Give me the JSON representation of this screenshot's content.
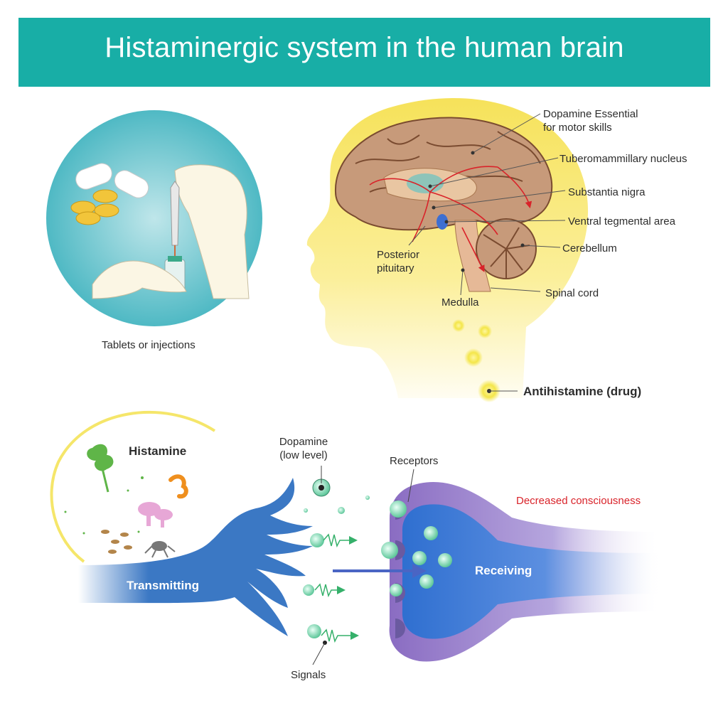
{
  "title": "Histaminergic system in the human brain",
  "colors": {
    "banner": "#18aea6",
    "neuron_blue": "#3b78c4",
    "receiver_purple": "#8f6fc0",
    "accent_red": "#d9232a",
    "drug_yellow": "#f7e94a"
  },
  "delivery": {
    "caption": "Tablets or injections"
  },
  "brain_labels": {
    "dopamine": {
      "line1": "Dopamine Essential",
      "line2": "for motor skills"
    },
    "tuberomammillary": "Tuberomammillary nucleus",
    "substantia_nigra": "Substantia nigra",
    "ventral_tegmental": "Ventral tegmental area",
    "cerebellum": "Cerebellum",
    "posterior_pituitary": {
      "line1": "Posterior",
      "line2": "pituitary"
    },
    "spinal_cord": "Spinal cord",
    "medulla": "Medulla",
    "antihistamine": "Antihistamine (drug)"
  },
  "synapse": {
    "histamine": "Histamine",
    "dopamine": {
      "line1": "Dopamine",
      "line2": "(low level)"
    },
    "receptors": "Receptors",
    "decreased": "Decreased consciousness",
    "transmitting": "Transmitting",
    "receiving": "Receiving",
    "signals": "Signals"
  }
}
